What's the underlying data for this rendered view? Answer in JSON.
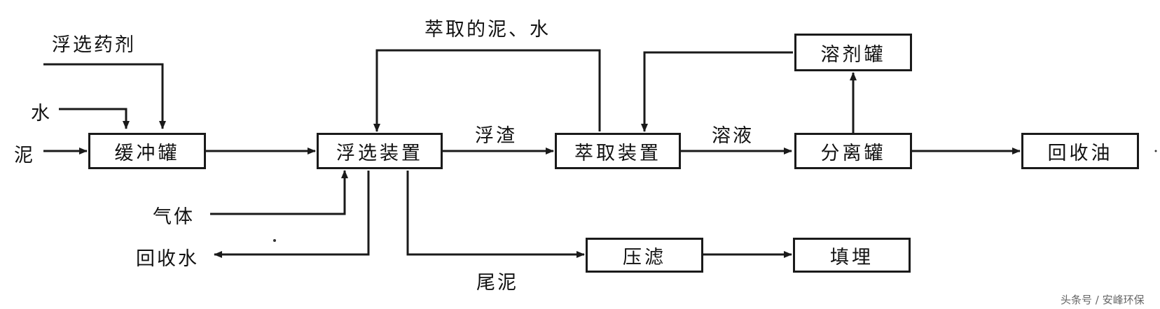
{
  "nodes": {
    "buffer_tank": "缓冲罐",
    "flotation_unit": "浮选装置",
    "extraction_unit": "萃取装置",
    "solvent_tank": "溶剂罐",
    "separation_tank": "分离罐",
    "recovered_oil": "回收油",
    "press_filter": "压滤",
    "landfill": "填埋"
  },
  "labels": {
    "flotation_agent": "浮选药剂",
    "water": "水",
    "sludge": "泥",
    "gas": "气体",
    "recovered_water": "回收水",
    "extracted_sludge_water": "萃取的泥、水",
    "scum": "浮渣",
    "solution": "溶液",
    "tailings_sludge": "尾泥"
  },
  "watermark": "头条号 / 安峰环保"
}
